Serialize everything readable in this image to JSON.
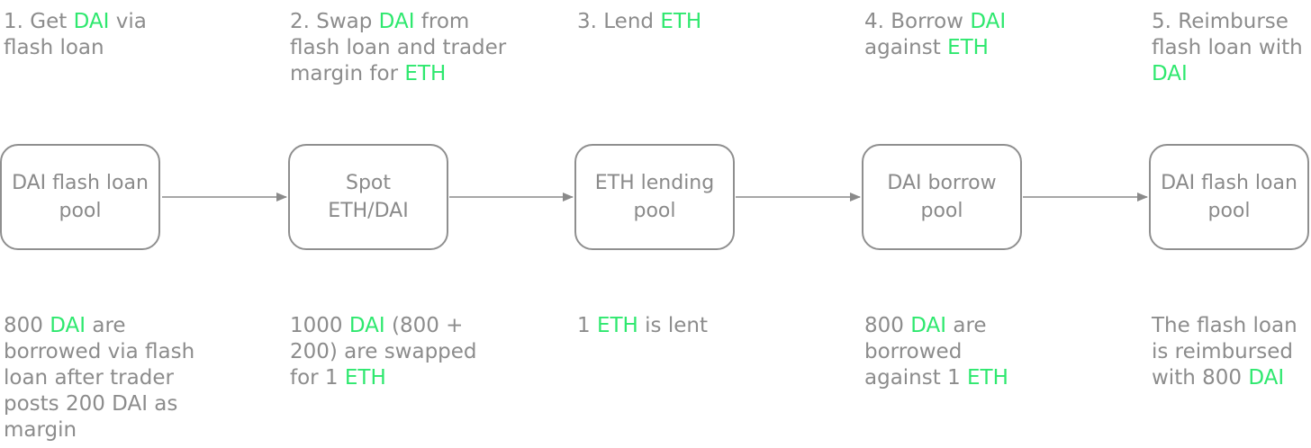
{
  "highlight_color": "#2ee86e",
  "text_color": "#8c8c8c",
  "steps": [
    {
      "title": [
        {
          "t": "1. Get "
        },
        {
          "t": "DAI",
          "hl": true
        },
        {
          "t": " via flash loan"
        }
      ],
      "box": [
        "DAI flash loan",
        "pool"
      ],
      "caption": [
        {
          "t": "800 "
        },
        {
          "t": "DAI",
          "hl": true
        },
        {
          "t": " are borrowed via flash loan after trader posts 200 DAI as margin"
        }
      ]
    },
    {
      "title": [
        {
          "t": "2. Swap "
        },
        {
          "t": "DAI",
          "hl": true
        },
        {
          "t": " from flash loan and trader margin for "
        },
        {
          "t": "ETH",
          "hl": true
        }
      ],
      "box": [
        "Spot",
        "ETH/DAI"
      ],
      "caption": [
        {
          "t": "1000 "
        },
        {
          "t": "DAI",
          "hl": true
        },
        {
          "t": " (800 + 200) are swapped for 1 "
        },
        {
          "t": "ETH",
          "hl": true
        }
      ]
    },
    {
      "title": [
        {
          "t": "3. Lend "
        },
        {
          "t": "ETH",
          "hl": true
        }
      ],
      "box": [
        "ETH lending",
        "pool"
      ],
      "caption": [
        {
          "t": "1 "
        },
        {
          "t": "ETH",
          "hl": true
        },
        {
          "t": " is lent"
        }
      ]
    },
    {
      "title": [
        {
          "t": "4. Borrow "
        },
        {
          "t": "DAI",
          "hl": true
        },
        {
          "t": " against "
        },
        {
          "t": "ETH",
          "hl": true
        }
      ],
      "box": [
        "DAI borrow",
        "pool"
      ],
      "caption": [
        {
          "t": "800 "
        },
        {
          "t": "DAI",
          "hl": true
        },
        {
          "t": " are borrowed against 1 "
        },
        {
          "t": "ETH",
          "hl": true
        }
      ]
    },
    {
      "title": [
        {
          "t": "5. Reimburse flash loan with "
        },
        {
          "t": "DAI",
          "hl": true
        }
      ],
      "box": [
        "DAI flash loan",
        "pool"
      ],
      "caption": [
        {
          "t": "The flash loan is reimbursed with 800 "
        },
        {
          "t": "DAI",
          "hl": true
        }
      ]
    }
  ]
}
